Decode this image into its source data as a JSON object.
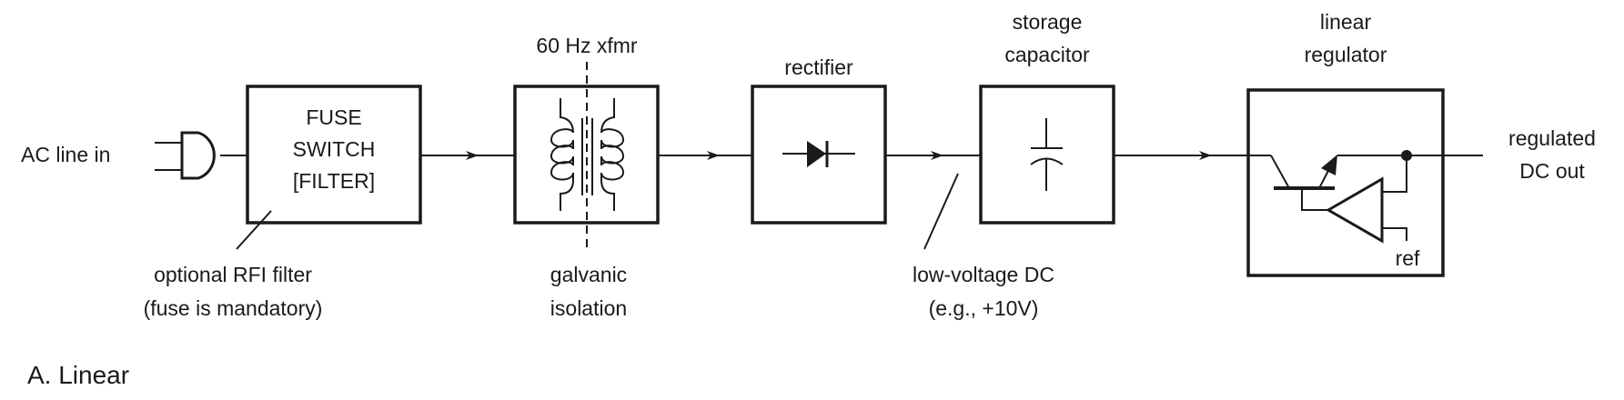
{
  "diagram": {
    "title": "A. Linear",
    "input_label": "AC line in",
    "output_label": [
      "regulated",
      "DC out"
    ],
    "colors": {
      "ink": "#1a1a1a",
      "background": "#ffffff"
    },
    "blocks": [
      {
        "id": "fuse",
        "inner_text": [
          "FUSE",
          "SWITCH",
          "[FILTER]"
        ],
        "annotation": [
          "optional RFI filter",
          "(fuse is mandatory)"
        ]
      },
      {
        "id": "transformer",
        "top_label": [
          "60 Hz xfmr"
        ],
        "annotation": [
          "galvanic",
          "isolation"
        ],
        "symbol": "transformer-icon"
      },
      {
        "id": "rectifier",
        "top_label": [
          "rectifier"
        ],
        "symbol": "diode-icon"
      },
      {
        "id": "storage-capacitor",
        "top_label": [
          "storage",
          "capacitor"
        ],
        "symbol": "capacitor-icon"
      },
      {
        "id": "linear-regulator",
        "top_label": [
          "linear",
          "regulator"
        ],
        "symbol": "transistor-opamp-icon",
        "inner_label": "ref"
      }
    ],
    "link_annotation": [
      "low-voltage DC",
      "(e.g., +10V)"
    ]
  }
}
